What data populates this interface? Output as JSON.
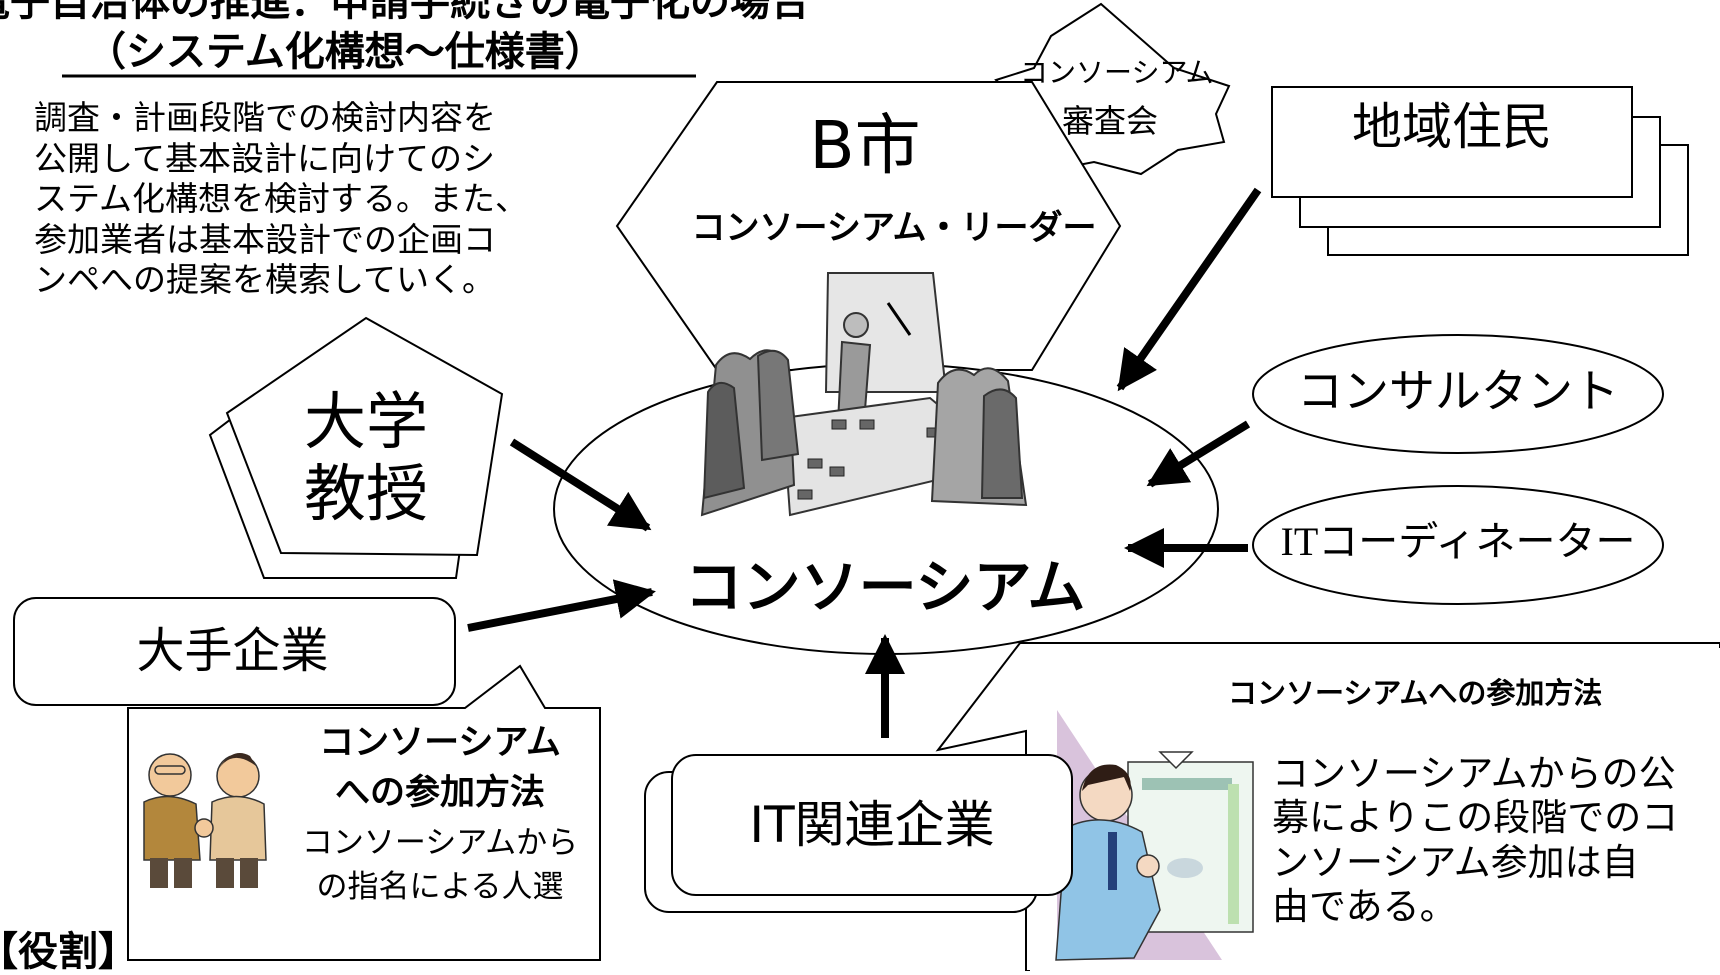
{
  "title": {
    "line1": "電子自治体の推進：申請手続きの電子化の場合",
    "line2": "（システム化構想～仕様書）"
  },
  "intro": {
    "lines": [
      "調査・計画段階での検討内容を",
      "公開して基本設計に向けてのシ",
      "ステム化構想を検討する。また、",
      "参加業者は基本設計での企画コ",
      "ンペへの提案を模索していく。"
    ]
  },
  "b_city": {
    "name": "B市",
    "role": "コンソーシアム・リーダー"
  },
  "review_board": {
    "line1": "コンソーシアム",
    "line2": "審査会"
  },
  "residents": {
    "label": "地域住民"
  },
  "consultant": {
    "label": "コンサルタント"
  },
  "it_coordinator": {
    "label": "ITコーディネーター"
  },
  "university": {
    "line1": "大学",
    "line2": "教授"
  },
  "consortium": {
    "label": "コンソーシアム"
  },
  "large_company": {
    "label": "大手企業"
  },
  "large_company_callout": {
    "title_line1": "コンソーシアム",
    "title_line2": "への参加方法",
    "body_line1": "コンソーシアムから",
    "body_line2": "の指名による人選"
  },
  "it_company": {
    "label": "IT関連企業"
  },
  "it_company_callout": {
    "title": "コンソーシアムへの参加方法",
    "body_lines": [
      "コンソーシアムからの公",
      "募によりこの段階でのコ",
      "ンソーシアム参加は自",
      "由である。"
    ]
  },
  "footer": {
    "label": "【役割】"
  }
}
